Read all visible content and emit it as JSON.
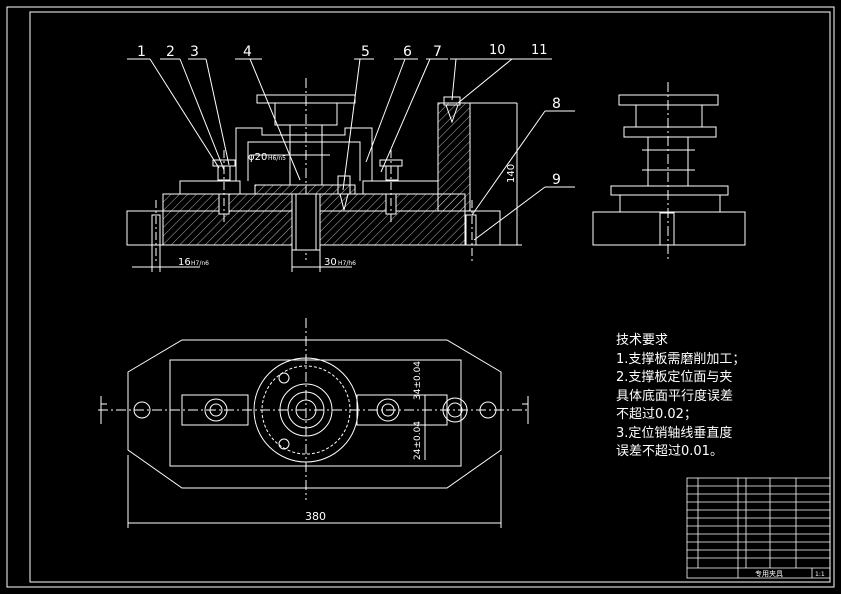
{
  "balloons": [
    "1",
    "2",
    "3",
    "4",
    "5",
    "6",
    "7",
    "10",
    "11",
    "8",
    "9"
  ],
  "dimensions": {
    "bore_dia": "φ20",
    "bore_fit": "H6/n5",
    "pin_left": "16",
    "pin_left_fit": "H7/n6",
    "pin_mid": "30",
    "pin_mid_fit": "H7/h6",
    "height": "140",
    "offset_top": "34±0.04",
    "offset_bottom": "24±0.04",
    "overall_length": "380"
  },
  "tech_requirements": {
    "heading": "技术要求",
    "items": [
      "1.支撑板需磨削加工；",
      "2.支撑板定位面与夹",
      "具体底面平行度误差",
      "不超过0.02；",
      "3.定位销轴线垂直度",
      "误差不超过0.01。"
    ]
  },
  "title_block": {
    "drawing_name": "专用夹具",
    "scale": "1:1"
  }
}
